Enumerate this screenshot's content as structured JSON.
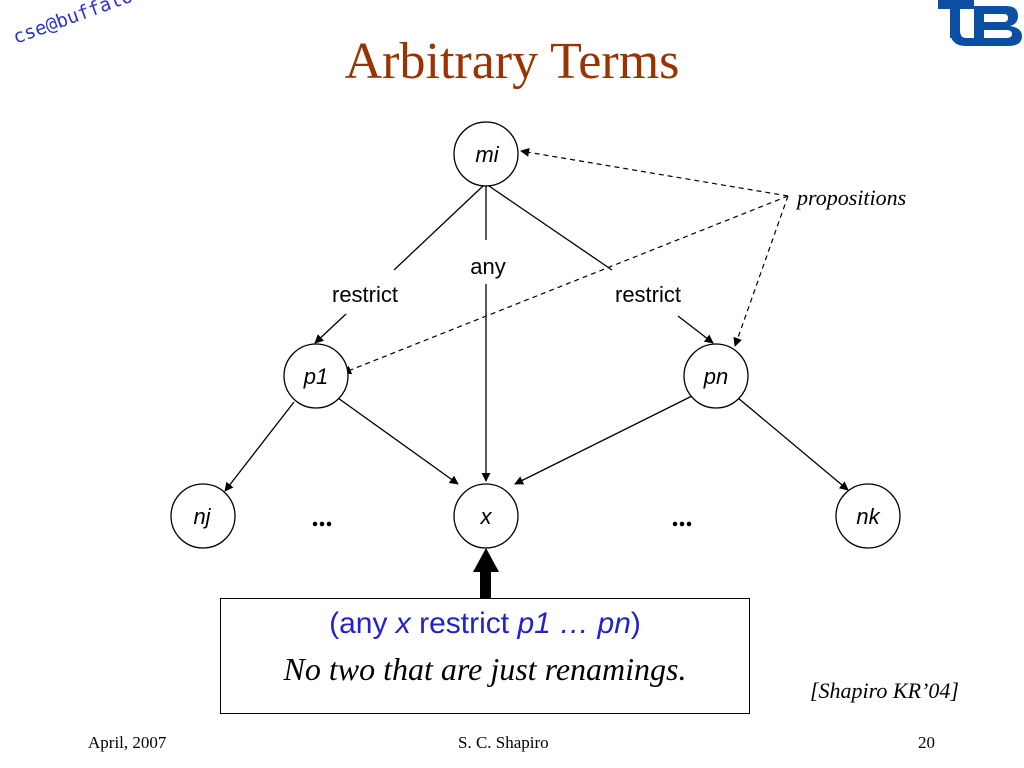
{
  "header": {
    "tag": "cse@buffalo",
    "title": "Arbitrary Terms"
  },
  "diagram": {
    "nodes": {
      "mi": "mi",
      "p1": "p1",
      "pn": "pn",
      "nj": "nj",
      "x": "x",
      "nk": "nk"
    },
    "edge_labels": {
      "restrict_left": "restrict",
      "any": "any",
      "restrict_right": "restrict"
    },
    "ellipsis_left": "...",
    "ellipsis_right": "...",
    "propositions_label": "propositions"
  },
  "callout": {
    "open": "(any ",
    "var": "x",
    "restrict": " restrict ",
    "args": "p1 … pn",
    "close": ")",
    "line2": "No two that are just renamings."
  },
  "citation": "[Shapiro KR’04]",
  "footer": {
    "date": "April, 2007",
    "author": "S. C. Shapiro",
    "page": "20"
  },
  "colors": {
    "title": "#993300",
    "tag": "#2b35c8",
    "callout_line1": "#2222cc",
    "logo": "#0b4ea2"
  }
}
